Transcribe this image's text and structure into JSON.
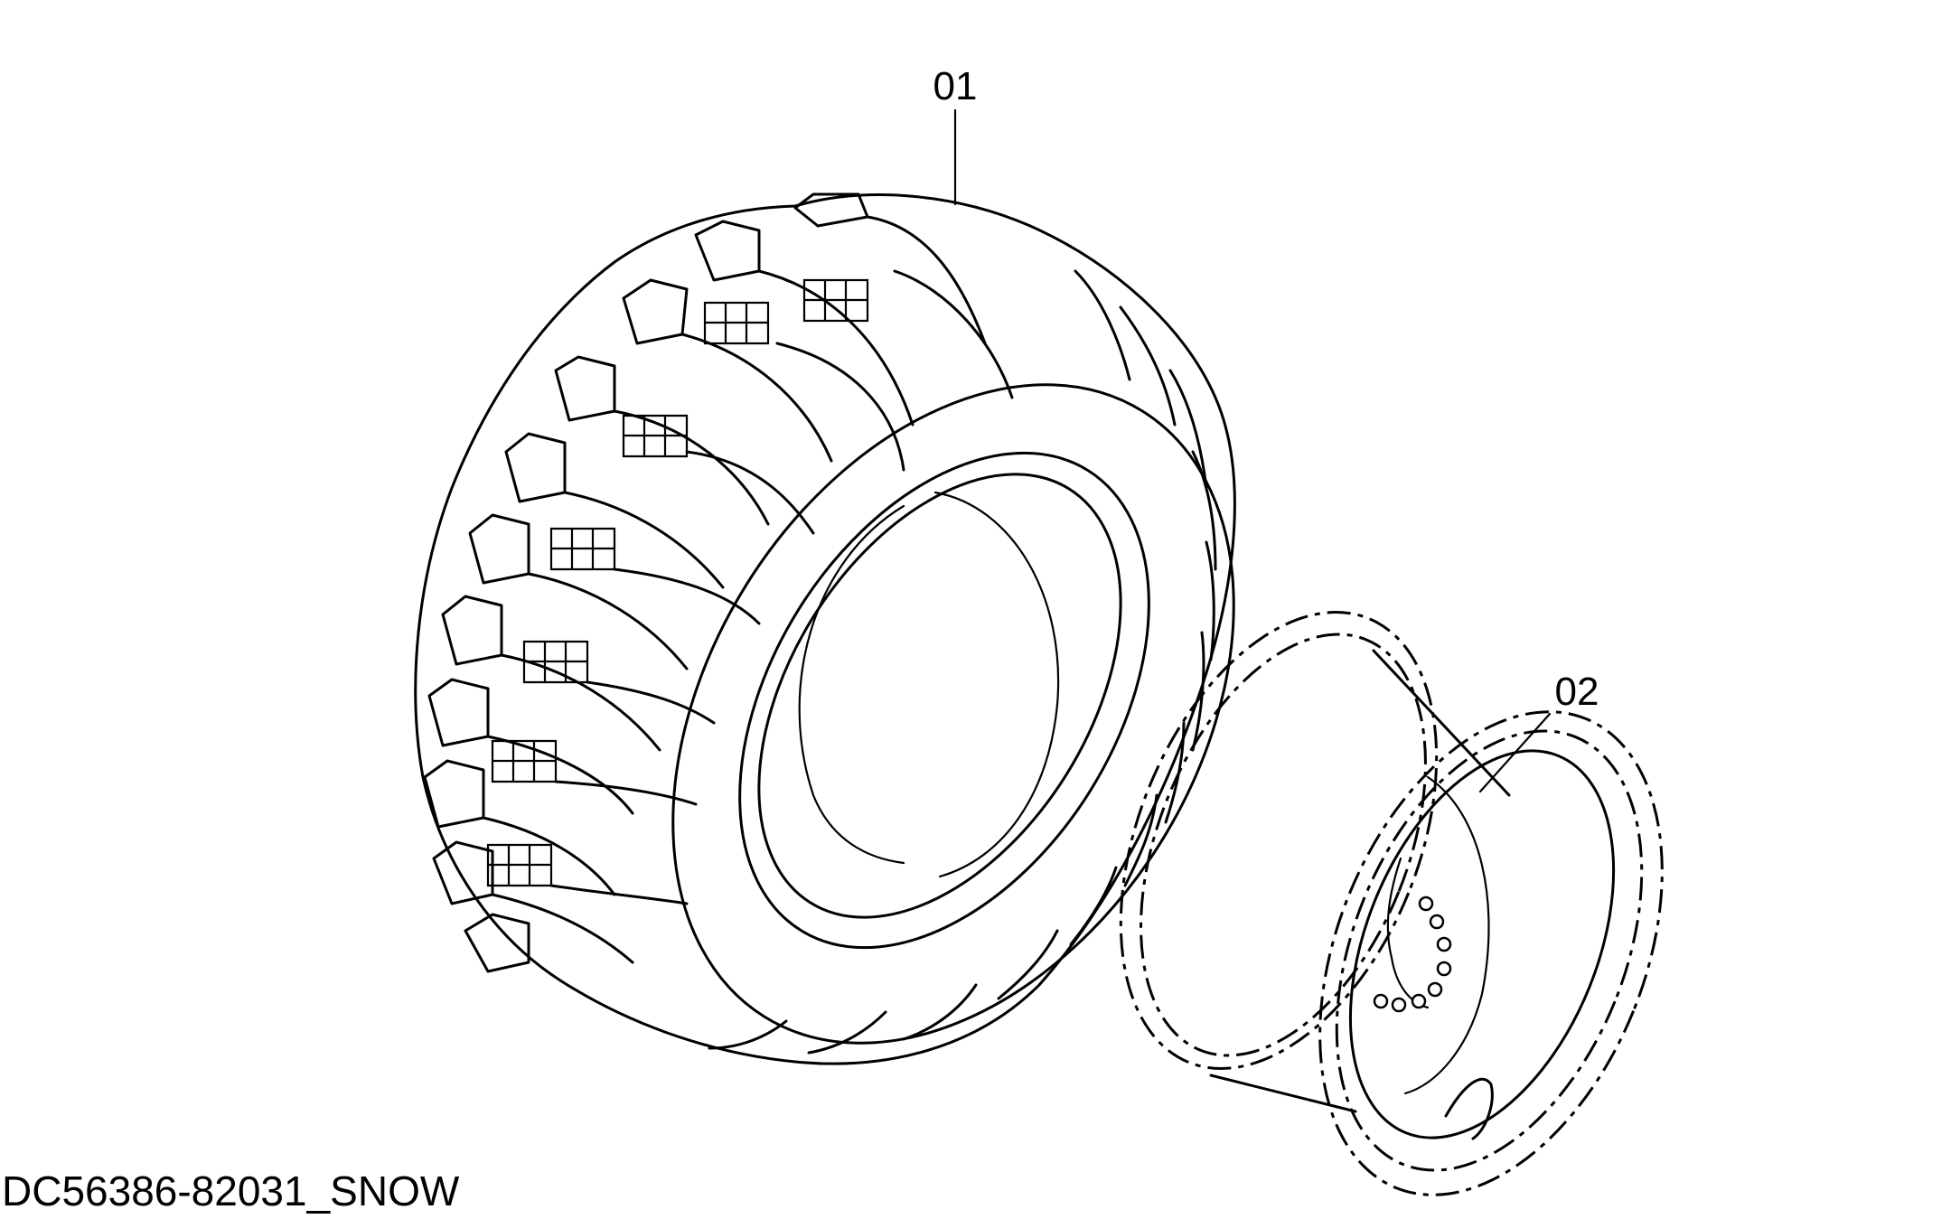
{
  "diagram": {
    "parts": [
      {
        "id": "tire",
        "callout": "01"
      },
      {
        "id": "wheel-rim",
        "callout": "02"
      }
    ],
    "drawing_code": "DC56386-82031_SNOW"
  },
  "colors": {
    "background": "#ffffff",
    "line": "#000000"
  }
}
